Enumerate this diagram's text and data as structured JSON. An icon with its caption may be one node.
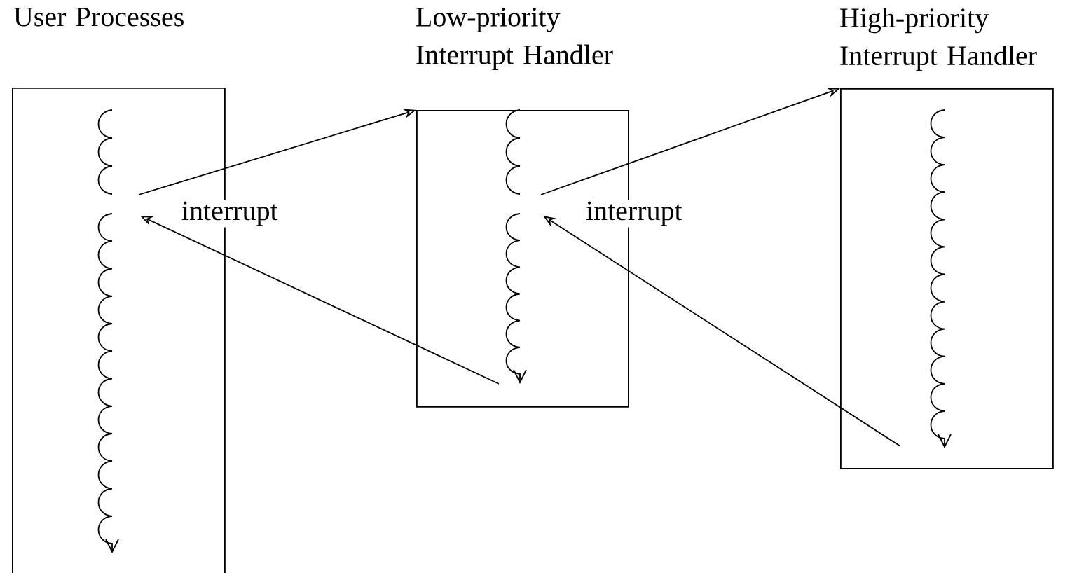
{
  "diagram": {
    "nodes": [
      {
        "text": [
          "User Processes"
        ]
      },
      {
        "text": [
          "Low-priority Interrupt Handler"
        ]
      },
      {
        "text": [
          "High-priority Interrupt Handler"
        ]
      }
    ],
    "edges": [
      {
        "from": 0,
        "to": 1,
        "arrow": "to",
        "label": "interrupt"
      },
      {
        "from": 1,
        "to": 0,
        "arrow": "to"
      },
      {
        "from": 1,
        "to": 2,
        "arrow": "to",
        "label": "interrupt"
      },
      {
        "from": 2,
        "to": 1,
        "arrow": "to"
      }
    ]
  }
}
